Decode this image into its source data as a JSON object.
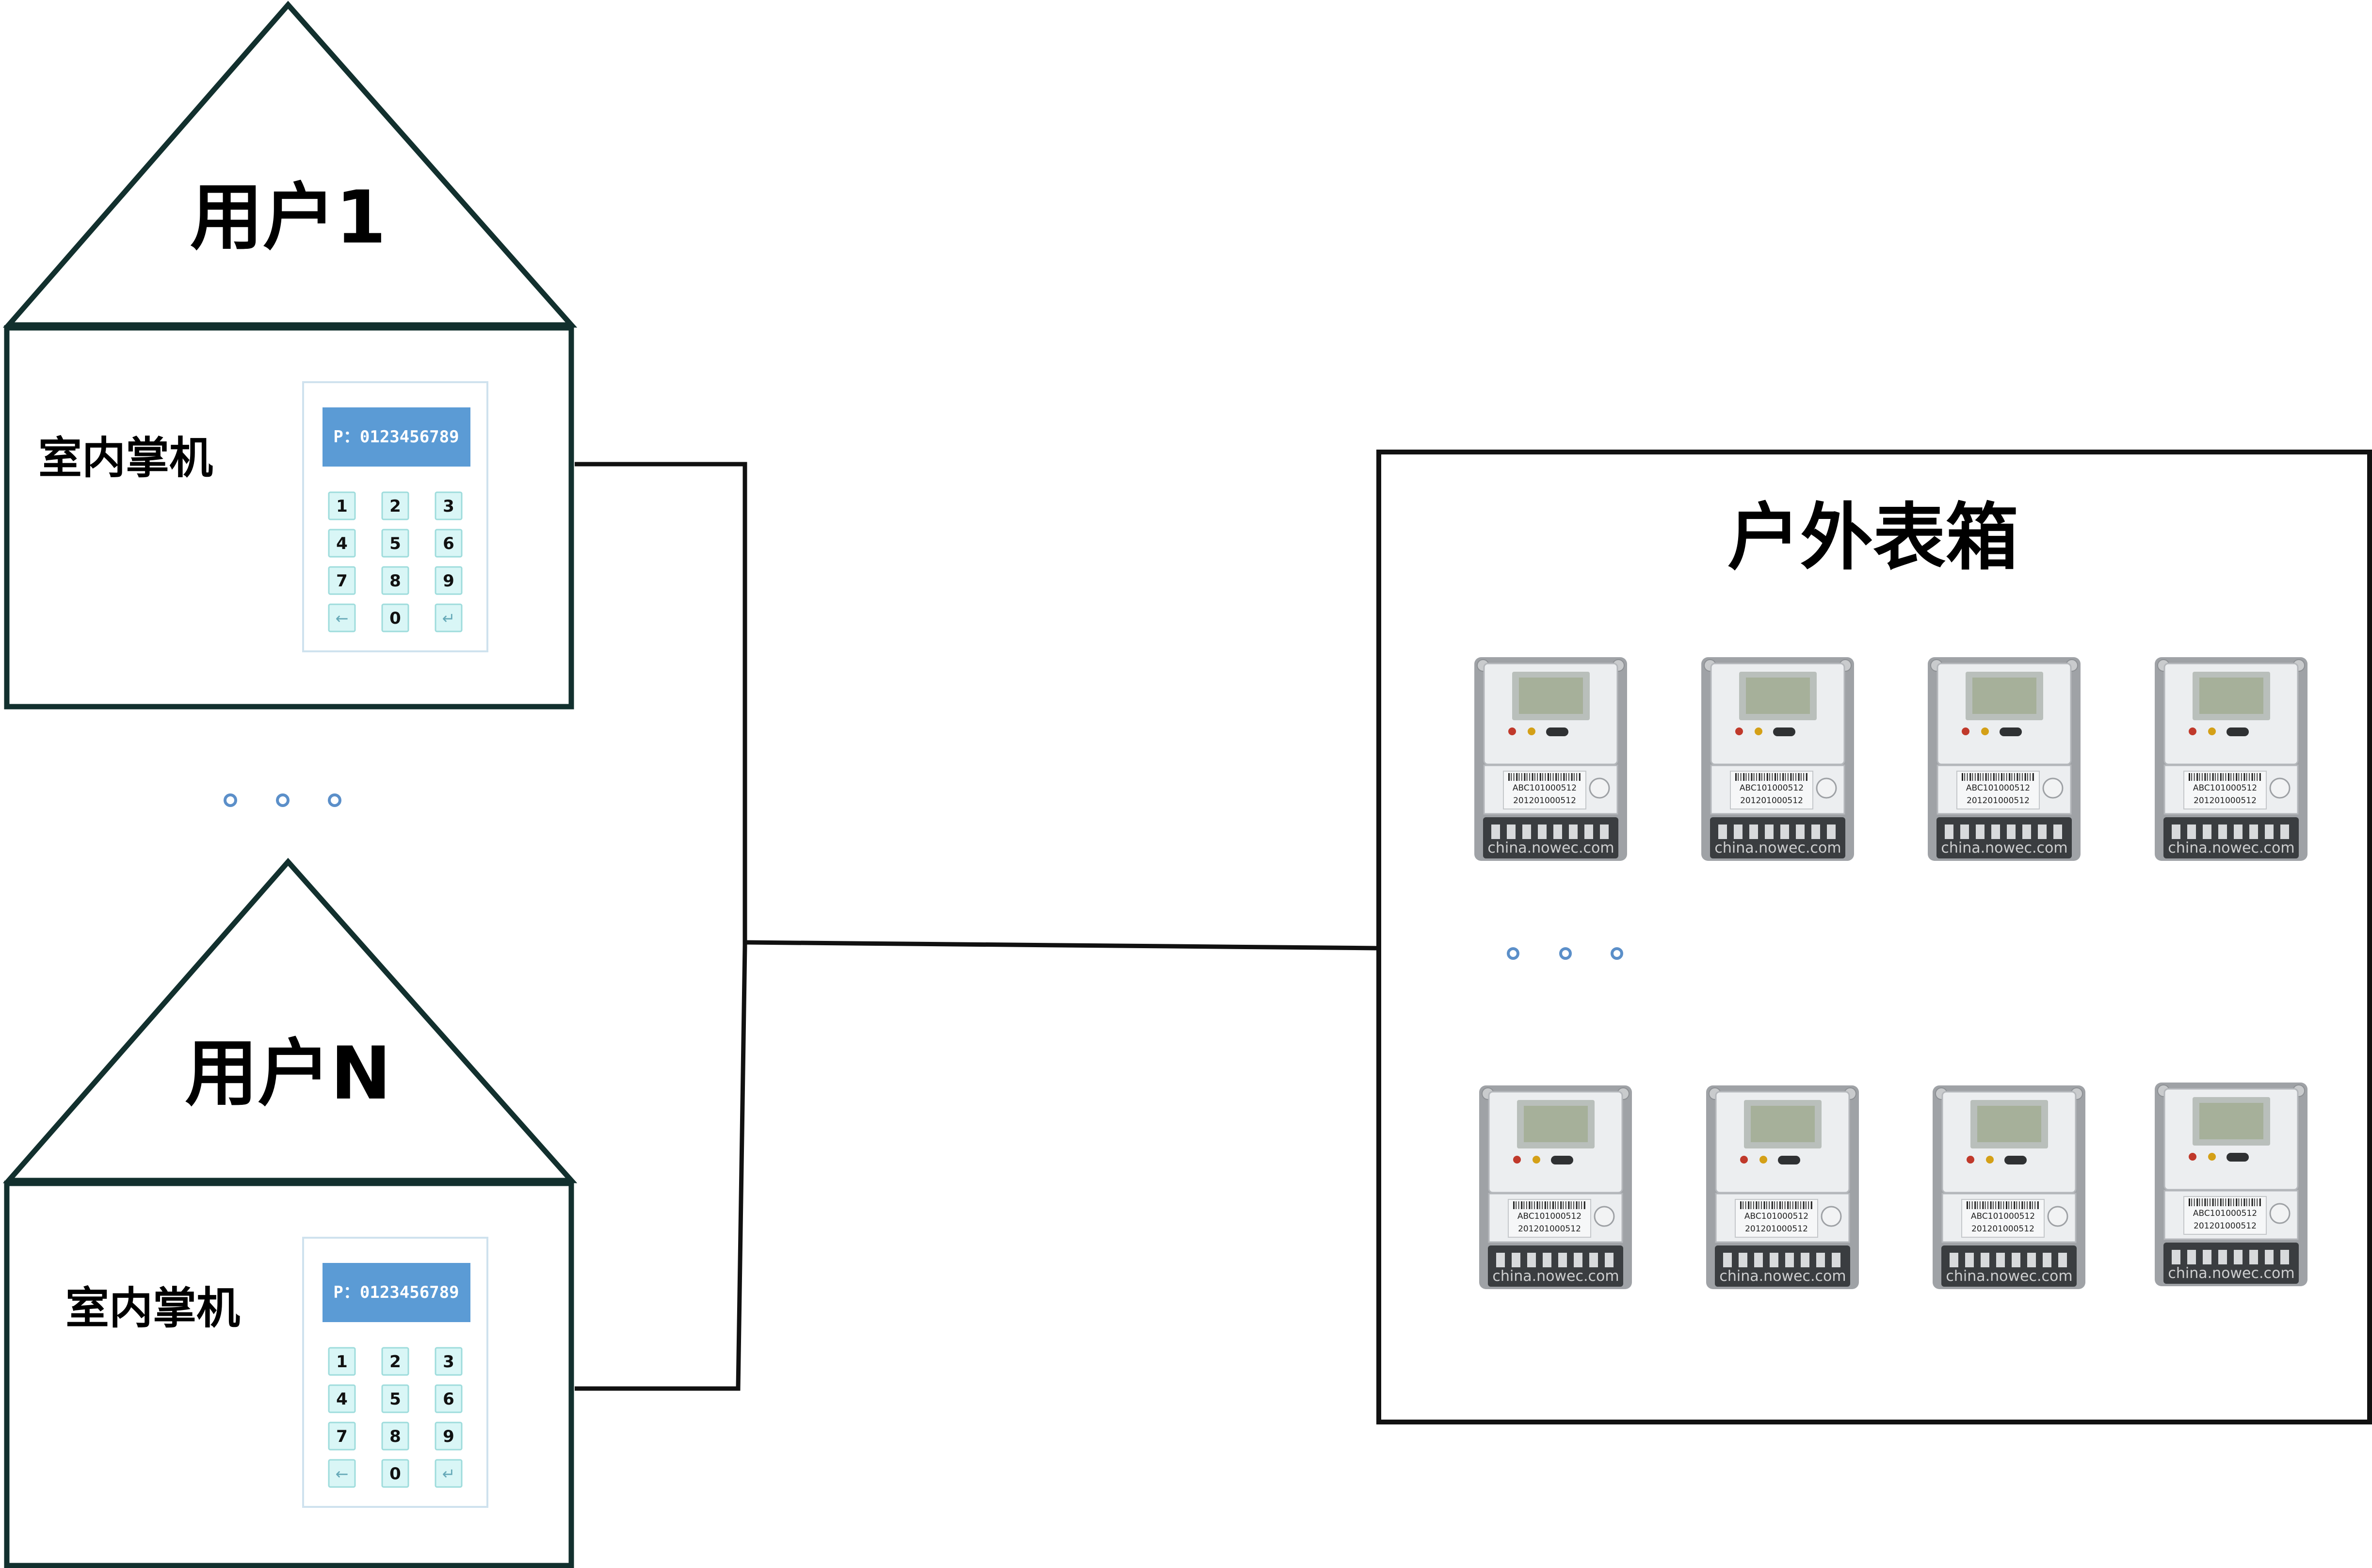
{
  "users": [
    {
      "title": "用户1",
      "device_label": "室内掌机"
    },
    {
      "title": "用户N",
      "device_label": "室内掌机"
    }
  ],
  "keypad": {
    "screen_text": "P：0123456789",
    "keys": [
      "1",
      "2",
      "3",
      "4",
      "5",
      "6",
      "7",
      "8",
      "9",
      "←",
      "0",
      "↵"
    ]
  },
  "meter_box": {
    "title": "户外表箱"
  },
  "meter": {
    "serial": "ABC101000512",
    "serial2": "201201000512",
    "watermark": "china.nowec.com"
  },
  "colors": {
    "house_outline": "#12302e",
    "keypad_screen": "#5b9bd5",
    "keypad_key": "#d9f6f6",
    "ellipsis_dot": "#5b8fc9"
  }
}
